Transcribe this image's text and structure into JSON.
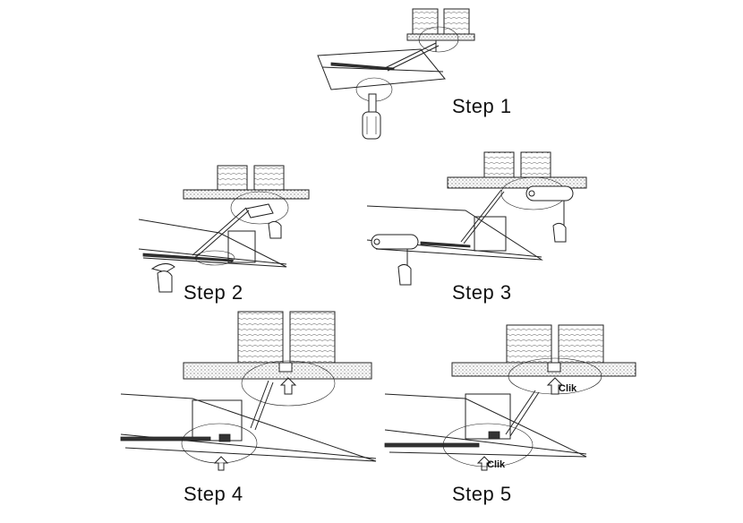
{
  "steps": [
    {
      "label": "Step 1"
    },
    {
      "label": "Step 2"
    },
    {
      "label": "Step 3"
    },
    {
      "label": "Step 4"
    },
    {
      "label": "Step 5"
    }
  ],
  "annotations": {
    "click_upper": "Clik",
    "click_lower": "Clik"
  },
  "colors": {
    "line": "#222222",
    "background": "#ffffff"
  }
}
